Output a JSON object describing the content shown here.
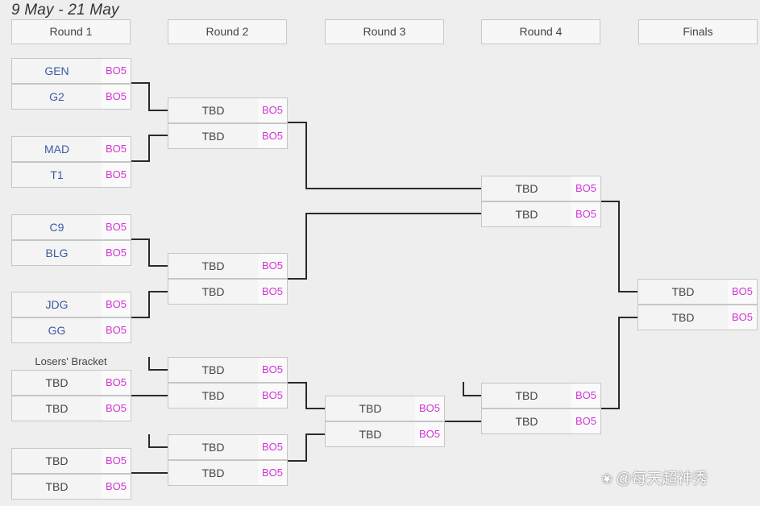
{
  "date_range": "9 May - 21 May",
  "rounds": [
    "Round 1",
    "Round 2",
    "Round 3",
    "Round 4",
    "Finals"
  ],
  "losers_label": "Losers' Bracket",
  "watermark": "@每天超神秀",
  "format_color": "#d235d6",
  "team_color": "#3d5aa8",
  "slots": [
    {
      "team": "GEN",
      "format": "BO5",
      "named": true
    },
    {
      "team": "G2",
      "format": "BO5",
      "named": true
    },
    {
      "team": "MAD",
      "format": "BO5",
      "named": true
    },
    {
      "team": "T1",
      "format": "BO5",
      "named": true
    },
    {
      "team": "C9",
      "format": "BO5",
      "named": true
    },
    {
      "team": "BLG",
      "format": "BO5",
      "named": true
    },
    {
      "team": "JDG",
      "format": "BO5",
      "named": true
    },
    {
      "team": "GG",
      "format": "BO5",
      "named": true
    },
    {
      "team": "TBD",
      "format": "BO5",
      "named": false
    },
    {
      "team": "TBD",
      "format": "BO5",
      "named": false
    },
    {
      "team": "TBD",
      "format": "BO5",
      "named": false
    },
    {
      "team": "TBD",
      "format": "BO5",
      "named": false
    },
    {
      "team": "TBD",
      "format": "BO5",
      "named": false
    },
    {
      "team": "TBD",
      "format": "BO5",
      "named": false
    },
    {
      "team": "TBD",
      "format": "BO5",
      "named": false
    },
    {
      "team": "TBD",
      "format": "BO5",
      "named": false
    },
    {
      "team": "TBD",
      "format": "BO5",
      "named": false
    },
    {
      "team": "TBD",
      "format": "BO5",
      "named": false
    },
    {
      "team": "TBD",
      "format": "BO5",
      "named": false
    },
    {
      "team": "TBD",
      "format": "BO5",
      "named": false
    },
    {
      "team": "TBD",
      "format": "BO5",
      "named": false
    },
    {
      "team": "TBD",
      "format": "BO5",
      "named": false
    },
    {
      "team": "TBD",
      "format": "BO5",
      "named": false
    },
    {
      "team": "TBD",
      "format": "BO5",
      "named": false
    },
    {
      "team": "TBD",
      "format": "BO5",
      "named": false
    },
    {
      "team": "TBD",
      "format": "BO5",
      "named": false
    },
    {
      "team": "TBD",
      "format": "BO5",
      "named": false
    },
    {
      "team": "TBD",
      "format": "BO5",
      "named": false
    }
  ]
}
